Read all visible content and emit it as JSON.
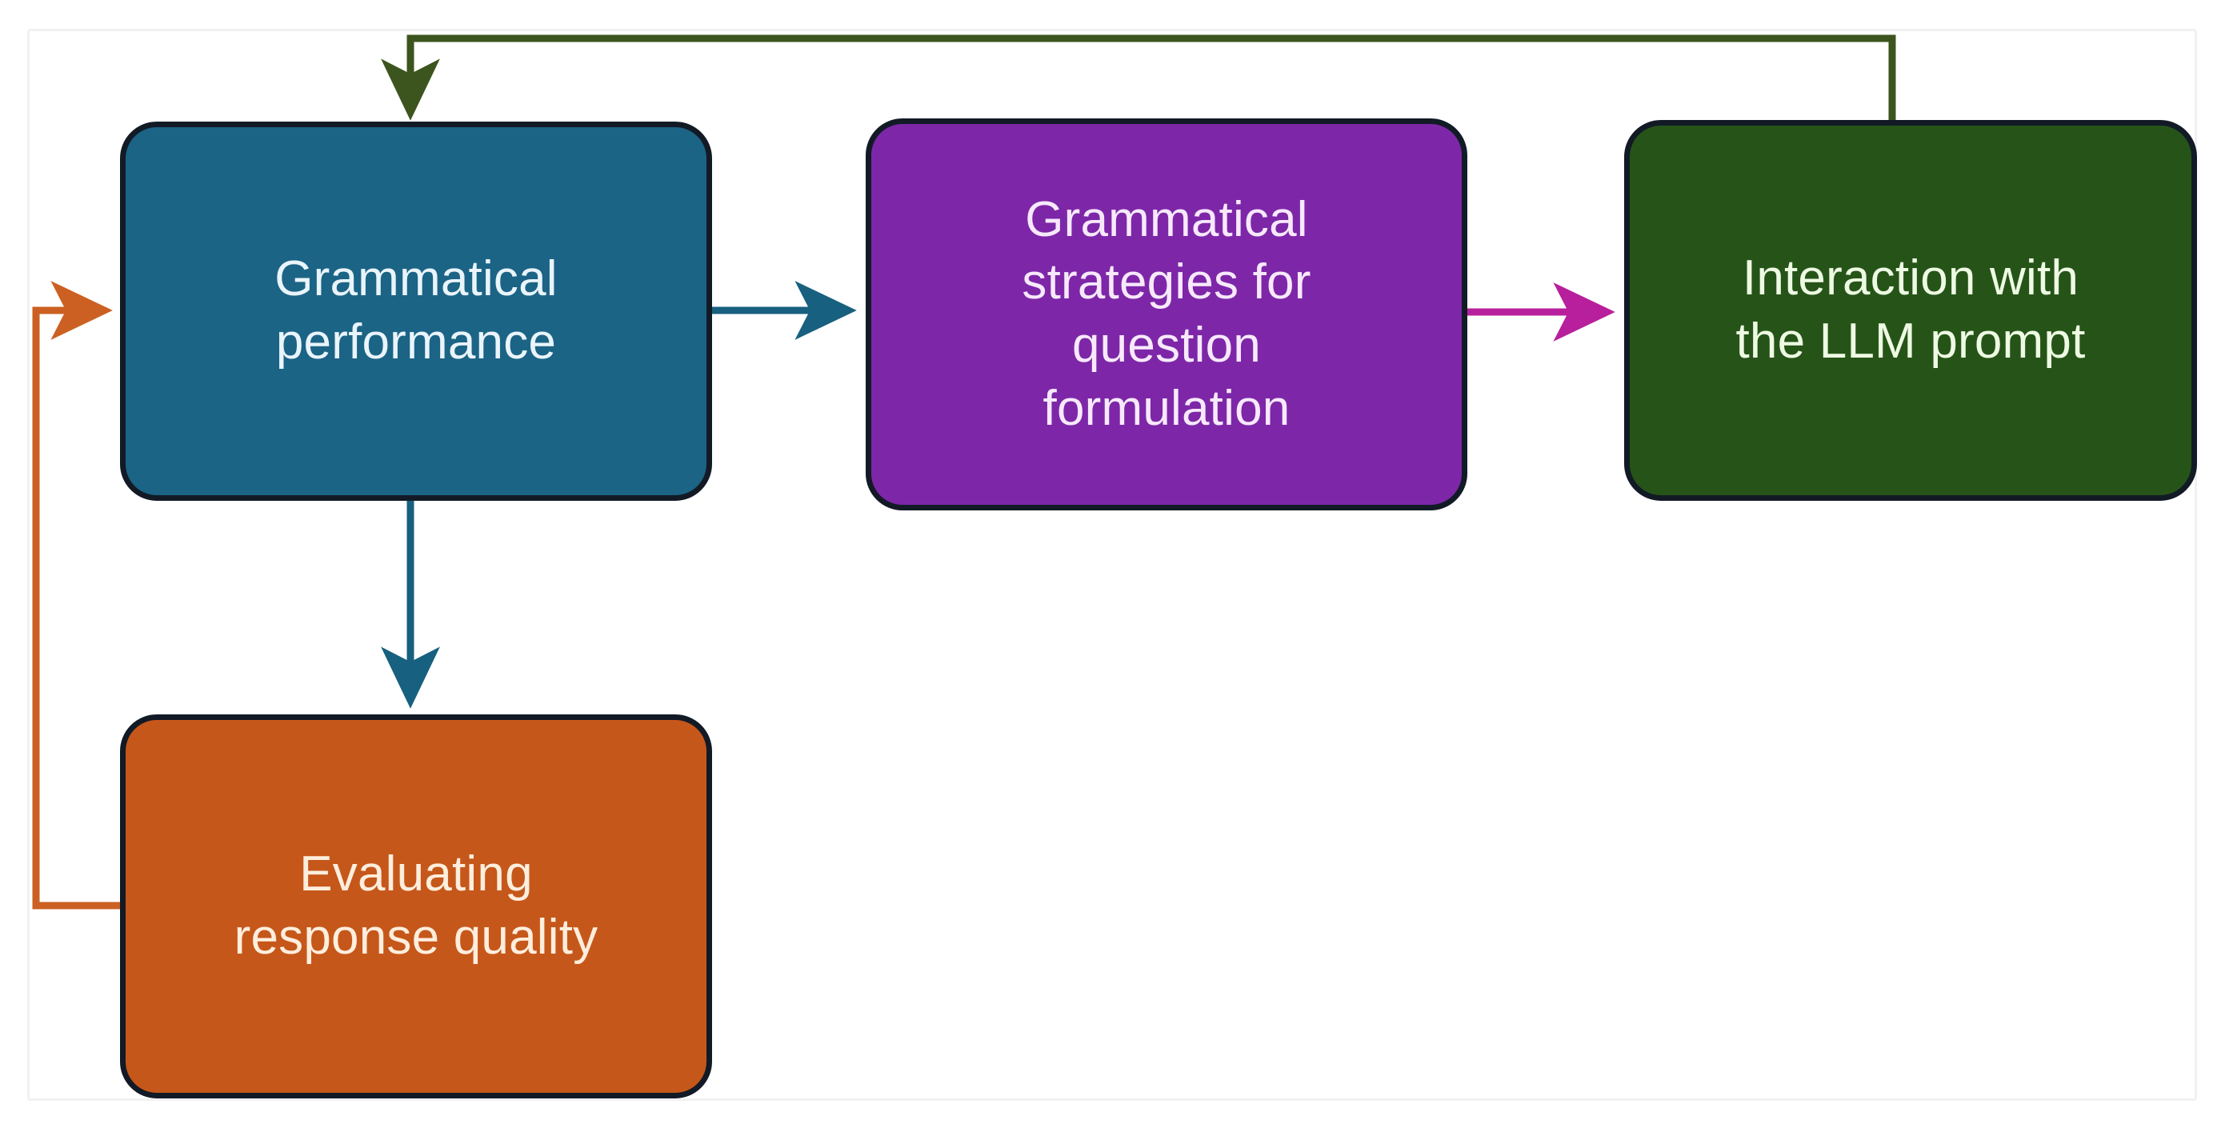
{
  "figure": {
    "type": "flowchart",
    "background_color": "#ffffff",
    "frame_color": "#f1f1f1",
    "node_border_color": "#121a26"
  },
  "nodes": [
    {
      "id": "grammatical-performance",
      "label": "Grammatical\nperformance",
      "fill": "#1b6485",
      "text_color": "#eaf4fb"
    },
    {
      "id": "grammatical-strategies",
      "label": "Grammatical\nstrategies for\nquestion\nformulation",
      "fill": "#7d27a8",
      "text_color": "#f7e9fb"
    },
    {
      "id": "interaction-llm",
      "label": "Interaction with\nthe LLM prompt",
      "fill": "#265418",
      "text_color": "#eefae3"
    },
    {
      "id": "evaluating-response",
      "label": "Evaluating\nresponse quality",
      "fill": "#c6571a",
      "text_color": "#fdeedd"
    }
  ],
  "edges": [
    {
      "id": "performance-to-strategies",
      "from": "grammatical-performance",
      "to": "grammatical-strategies",
      "color": "#1b6485",
      "style": "straight-horizontal"
    },
    {
      "id": "strategies-to-interaction",
      "from": "grammatical-strategies",
      "to": "interaction-llm",
      "color": "#b81f9c",
      "style": "straight-horizontal"
    },
    {
      "id": "interaction-to-performance",
      "from": "interaction-llm",
      "to": "grammatical-performance",
      "color": "#3c551e",
      "style": "elbow-over-top"
    },
    {
      "id": "performance-to-evaluating",
      "from": "grammatical-performance",
      "to": "evaluating-response",
      "color": "#1b6485",
      "style": "straight-vertical"
    },
    {
      "id": "evaluating-to-performance",
      "from": "evaluating-response",
      "to": "grammatical-performance",
      "color": "#cb6022",
      "style": "elbow-around-left"
    }
  ]
}
